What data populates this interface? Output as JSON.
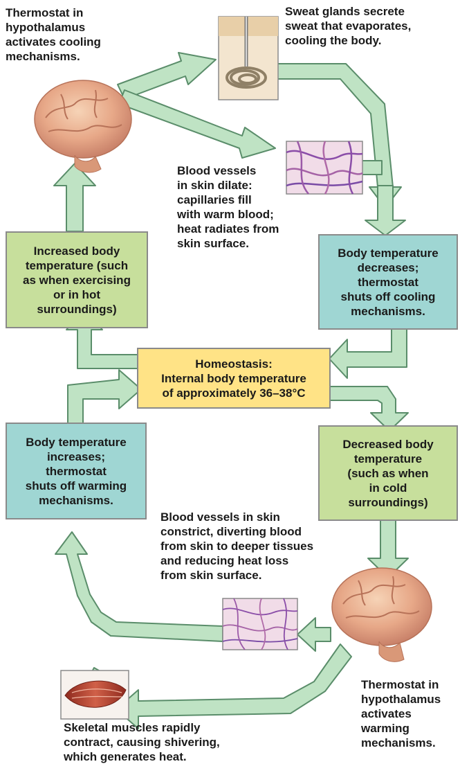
{
  "colors": {
    "arrow_fill": "#bfe3c4",
    "arrow_stroke": "#5a8d6a",
    "green_box": "#c7df9c",
    "teal_box": "#9fd6d3",
    "yellow_box": "#ffe386"
  },
  "labels": {
    "thermostat_cooling": "Thermostat in\nhypothalamus\nactivates cooling\nmechanisms.",
    "sweat_glands": "Sweat glands secrete\nsweat that evaporates,\ncooling the body.",
    "vessels_dilate": "Blood vessels\nin skin dilate:\ncapillaries fill\nwith warm blood;\nheat radiates from\nskin surface.",
    "vessels_constrict": "Blood vessels in skin\nconstrict, diverting blood\nfrom skin to deeper tissues\nand reducing heat loss\nfrom skin surface.",
    "thermostat_warming": "Thermostat in\nhypothalamus\nactivates\nwarming\nmechanisms.",
    "skeletal_muscles": "Skeletal muscles rapidly\ncontract, causing shivering,\nwhich generates heat."
  },
  "boxes": {
    "increased_temp": "Increased body\ntemperature (such\nas when exercising\nor in hot\nsurroundings)",
    "temp_decreases": "Body temperature\ndecreases;\nthermostat\nshuts off cooling\nmechanisms.",
    "homeostasis": "Homeostasis:\nInternal body temperature\nof approximately 36–38°C",
    "temp_increases": "Body temperature\nincreases;\nthermostat\nshuts off warming\nmechanisms.",
    "decreased_temp": "Decreased body\ntemperature\n(such as when\nin cold\nsurroundings)"
  },
  "icons": [
    "brain-icon",
    "sweat-gland-icon",
    "capillaries-icon",
    "muscle-icon"
  ]
}
